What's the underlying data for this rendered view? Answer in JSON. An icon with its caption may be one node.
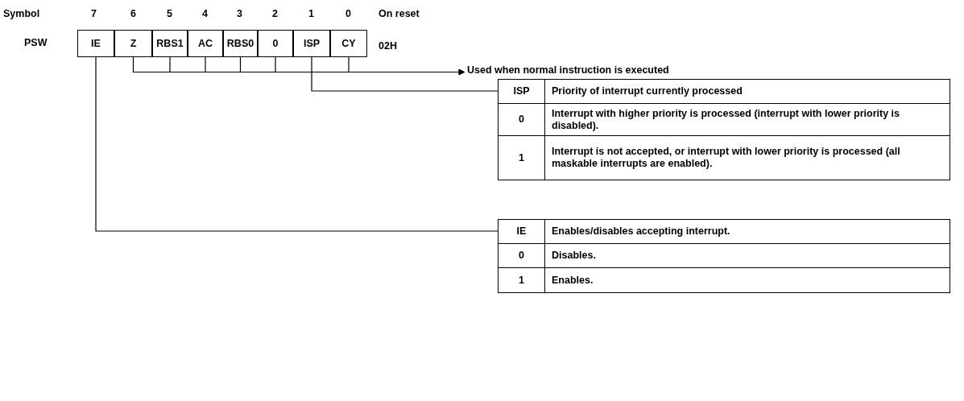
{
  "diagram": {
    "nodes": [
      {
        "text": [
          "IE"
        ]
      },
      {
        "text": [
          "Z"
        ]
      },
      {
        "text": [
          "RBS1"
        ]
      },
      {
        "text": [
          "AC"
        ]
      },
      {
        "text": [
          "RBS0"
        ]
      },
      {
        "text": [
          "0"
        ]
      },
      {
        "text": [
          "ISP"
        ]
      },
      {
        "text": [
          "CY"
        ]
      },
      {
        "text": [
          "Used when normal instruction is executed"
        ]
      },
      {
        "text": [
          "ISP",
          "Priority of interrupt currently processed",
          "0",
          "Interrupt with higher priority is processed (interrupt with lower priority is disabled).",
          "1",
          "Interrupt is not accepted, or interrupt with lower priority is processed (all maskable interrupts are enabled)."
        ]
      },
      {
        "text": [
          "IE",
          "Enables/disables accepting interrupt.",
          "0",
          "Disables.",
          "1",
          "Enables."
        ]
      }
    ],
    "edges": [
      {
        "from": 1,
        "to": 8,
        "arrow": "to"
      },
      {
        "from": 2,
        "to": 8,
        "arrow": "to"
      },
      {
        "from": 3,
        "to": 8,
        "arrow": "to"
      },
      {
        "from": 4,
        "to": 8,
        "arrow": "to"
      },
      {
        "from": 5,
        "to": 8,
        "arrow": "to"
      },
      {
        "from": 7,
        "to": 8,
        "arrow": "to"
      },
      {
        "from": 6,
        "to": 9,
        "arrow": "none"
      },
      {
        "from": 0,
        "to": 10,
        "arrow": "none"
      }
    ],
    "labels": [
      "Symbol",
      "7",
      "6",
      "5",
      "4",
      "3",
      "2",
      "1",
      "0",
      "On reset",
      "PSW",
      "02H"
    ]
  }
}
